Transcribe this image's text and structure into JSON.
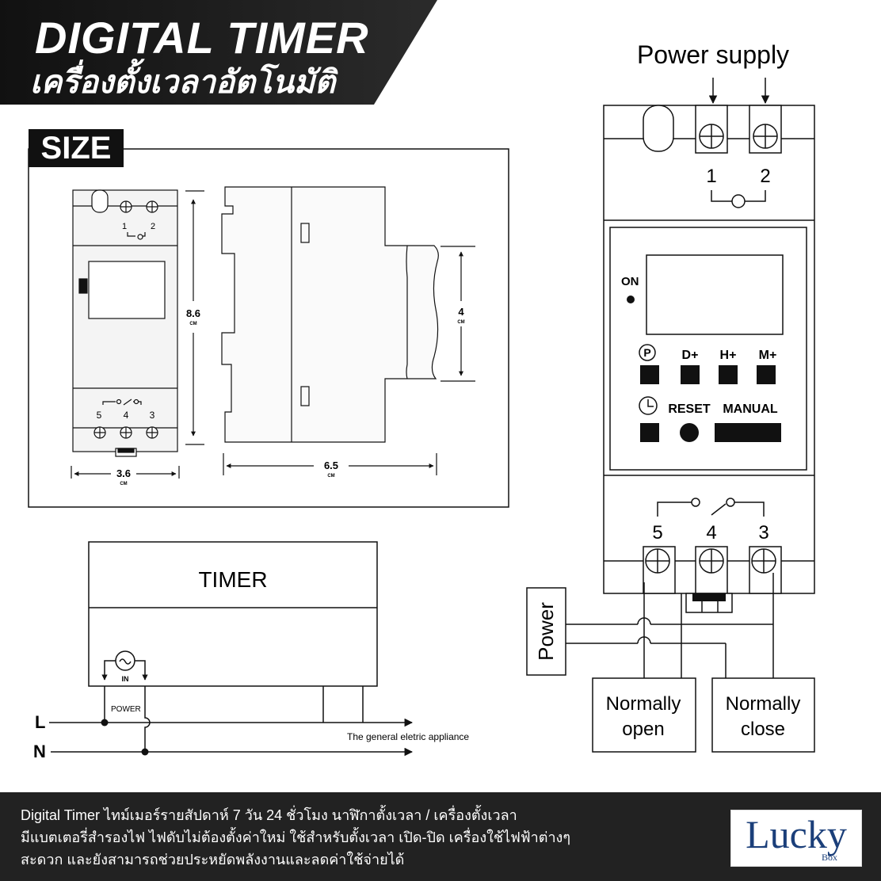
{
  "header": {
    "title_en": "DIGITAL TIMER",
    "title_th": "เครื่องตั้งเวลาอัตโนมัติ"
  },
  "size_section": {
    "tag": "SIZE",
    "front": {
      "terminal_top_1": "1",
      "terminal_top_2": "2",
      "terminal_5": "5",
      "terminal_4": "4",
      "terminal_3": "3",
      "height_value": "8.6",
      "height_unit": "CM",
      "width_value": "3.6",
      "width_unit": "CM"
    },
    "side": {
      "depth_value": "6.5",
      "depth_unit": "CM",
      "rail_value": "4",
      "rail_unit": "CM"
    }
  },
  "wiring": {
    "timer_label": "TIMER",
    "input_label": "IN",
    "power_label": "POWER",
    "line_label": "L",
    "neutral_label": "N",
    "appliance_label": "The general eletric appliance"
  },
  "device": {
    "power_supply_label": "Power supply",
    "terminal_1": "1",
    "terminal_2": "2",
    "on_label": "ON",
    "program_symbol": "P",
    "button_d": "D+",
    "button_h": "H+",
    "button_m": "M+",
    "reset_label": "RESET",
    "manual_label": "MANUAL",
    "terminal_5": "5",
    "terminal_4": "4",
    "terminal_3": "3",
    "power_label": "Power",
    "normally_open_line1": "Normally",
    "normally_open_line2": "open",
    "normally_close_line1": "Normally",
    "normally_close_line2": "close"
  },
  "footer": {
    "line1": "Digital Timer ไทม์เมอร์รายสัปดาห์ 7 วัน 24 ชั่วโมง นาฬิกาตั้งเวลา / เครื่องตั้งเวลา",
    "line2": "มีแบตเตอรี่สำรองไฟ ไฟดับไม่ต้องตั้งค่าใหม่ ใช้สำหรับตั้งเวลา เปิด-ปิด เครื่องใช้ไฟฟ้าต่างๆ",
    "line3": "สะดวก และยังสามารถช่วยประหยัดพลังงานและลดค่าใช้จ่ายได้",
    "logo_word": "Lucky",
    "logo_sub": "Box"
  },
  "colors": {
    "banner_dark": "#1a1a1a",
    "footer_bg": "#222222",
    "logo_blue": "#1b3f7a",
    "line": "#111111"
  }
}
